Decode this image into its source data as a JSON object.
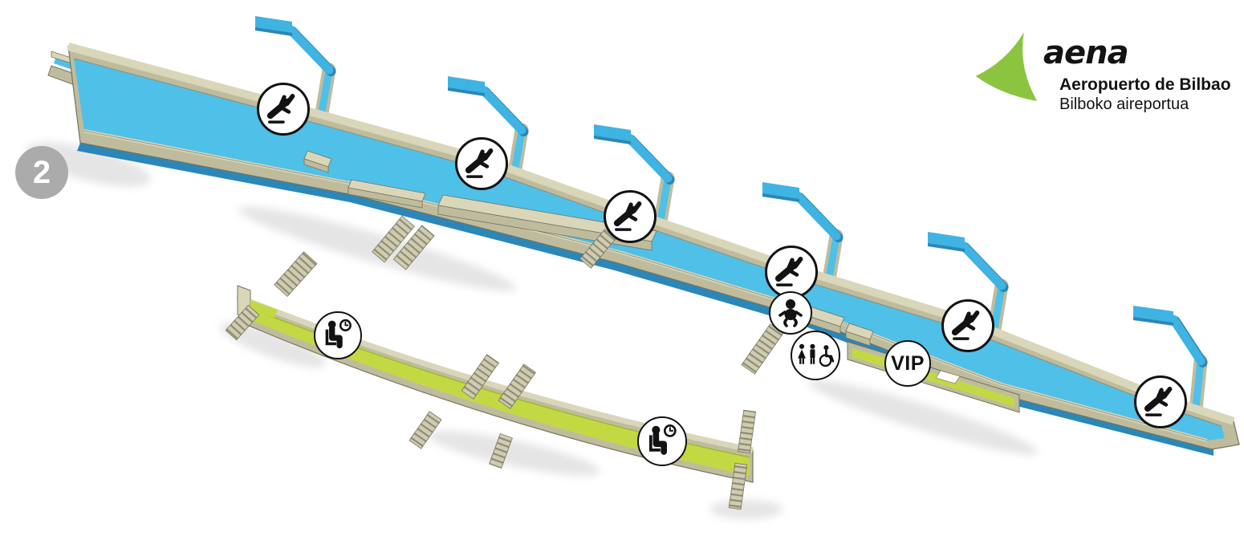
{
  "badge": {
    "floor_number": "2"
  },
  "logo": {
    "brand": "aena",
    "airport_es": "Aeropuerto de Bilbao",
    "airport_eu": "Bilboko aireportua"
  },
  "vip": {
    "label": "VIP"
  },
  "map": {
    "areas": [
      {
        "name": "boarding-pier",
        "floor": "blue"
      },
      {
        "name": "waiting-walkway",
        "floor": "green"
      },
      {
        "name": "vip-area",
        "floor": "green"
      }
    ],
    "icons": [
      {
        "name": "boarding-gate-icon",
        "count": 6
      },
      {
        "name": "waiting-area-icon",
        "count": 2
      },
      {
        "name": "baby-care-icon",
        "count": 1
      },
      {
        "name": "toilets-accessible-icon",
        "count": 1
      },
      {
        "name": "vip-icon",
        "count": 1,
        "label": "VIP"
      }
    ],
    "jet_bridges": 6
  },
  "colors": {
    "floor_blue": "#4FC0E8",
    "bridge_blue": "#3FB4E3",
    "blue_dark": "#2B87B8",
    "wall_tan": "#BFBC9E",
    "wall_tan_light": "#D9D6BA",
    "wall_tan_dark": "#8F8C74",
    "outline": "#75735E",
    "walkway_green": "#C3D943",
    "walkway_green_dark": "#A3B730",
    "badge_gray": "#ABABAB",
    "aena_green": "#8BC53F",
    "icon_ink": "#121212"
  }
}
